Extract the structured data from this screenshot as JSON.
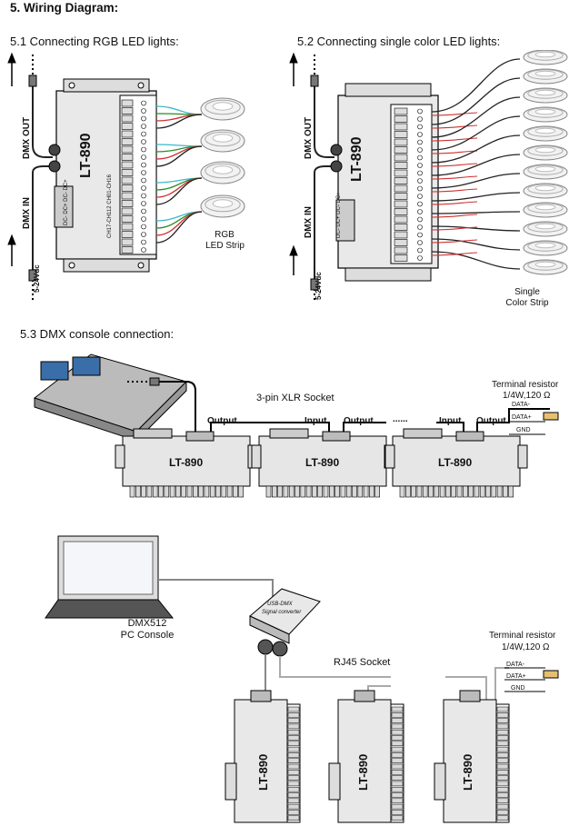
{
  "title": "5.  Wiring Diagram:",
  "s51": {
    "heading": "5.1 Connecting RGB LED lights:",
    "rgb_label_1": "RGB",
    "rgb_label_2": "LED Strip"
  },
  "s52": {
    "heading": "5.2 Connecting single color LED lights:",
    "single_label_1": "Single",
    "single_label_2": "Color Strip"
  },
  "s53": {
    "heading": "5.3 DMX console connection:",
    "xlr_socket": "3-pin XLR Socket",
    "output": "Output",
    "input": "Input",
    "dots": "......"
  },
  "device": {
    "model": "LT-890",
    "dmx_out": "DMX OUT",
    "dmx_in": "DMX IN",
    "power": "5-24Vdc",
    "dc_terms": "DC- DC+ DC- DC+",
    "ch_text": "CH17-CH112  CH01-CH16"
  },
  "terminal": {
    "title": "Terminal resistor",
    "spec": "1/4W,120 Ω",
    "data_minus": "DATA-",
    "data_plus": "DATA+",
    "gnd": "GND"
  },
  "pc": {
    "label_1": "DMX512",
    "label_2": "PC Console",
    "converter_1": "USB-DMX",
    "converter_2": "Signal converter",
    "rj45": "RJ45 Socket"
  }
}
